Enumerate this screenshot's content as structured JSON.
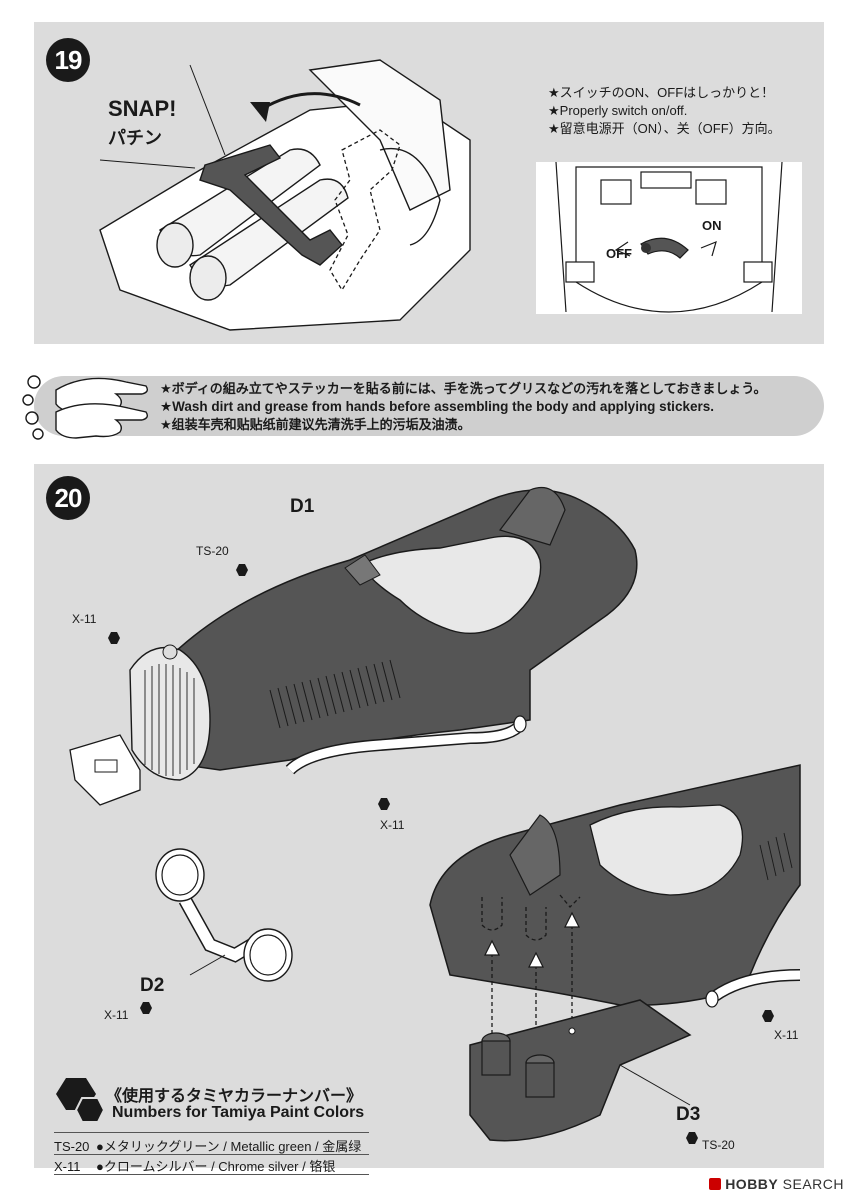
{
  "step19": {
    "number": "19",
    "snap_en": "SNAP!",
    "snap_jp": "パチン",
    "notes": [
      "★スイッチのON、OFFはしっかりと！",
      "★Properly switch on/off.",
      "★留意电源开（ON）、关（OFF）方向。"
    ],
    "on_label": "ON",
    "off_label": "OFF"
  },
  "wash": {
    "lines": [
      "★ボディの組み立てやステッカーを貼る前には、手を洗ってグリスなどの汚れを落としておきましょう。",
      "★Wash dirt and grease from hands before assembling the body and applying stickers.",
      "★组装车壳和贴贴纸前建议先清洗手上的污垢及油渍。"
    ]
  },
  "step20": {
    "number": "20",
    "parts": {
      "d1": "D1",
      "d2": "D2",
      "d3": "D3"
    },
    "paints": {
      "ts20_top": "TS-20",
      "x11_left": "X-11",
      "x11_pipe": "X-11",
      "x11_d2": "X-11",
      "x11_right": "X-11",
      "ts20_d3": "TS-20"
    }
  },
  "legend": {
    "title_jp": "《使用するタミヤカラーナンバー》",
    "title_en": "Numbers for Tamiya Paint Colors",
    "rows": [
      {
        "code": "TS-20",
        "text": "●メタリックグリーン / Metallic green / 金属绿"
      },
      {
        "code": "X-11",
        "text": "●クロームシルバー / Chrome silver / 铬银"
      }
    ]
  },
  "watermark": {
    "brand": "HOBBY",
    "suffix": "SEARCH"
  }
}
